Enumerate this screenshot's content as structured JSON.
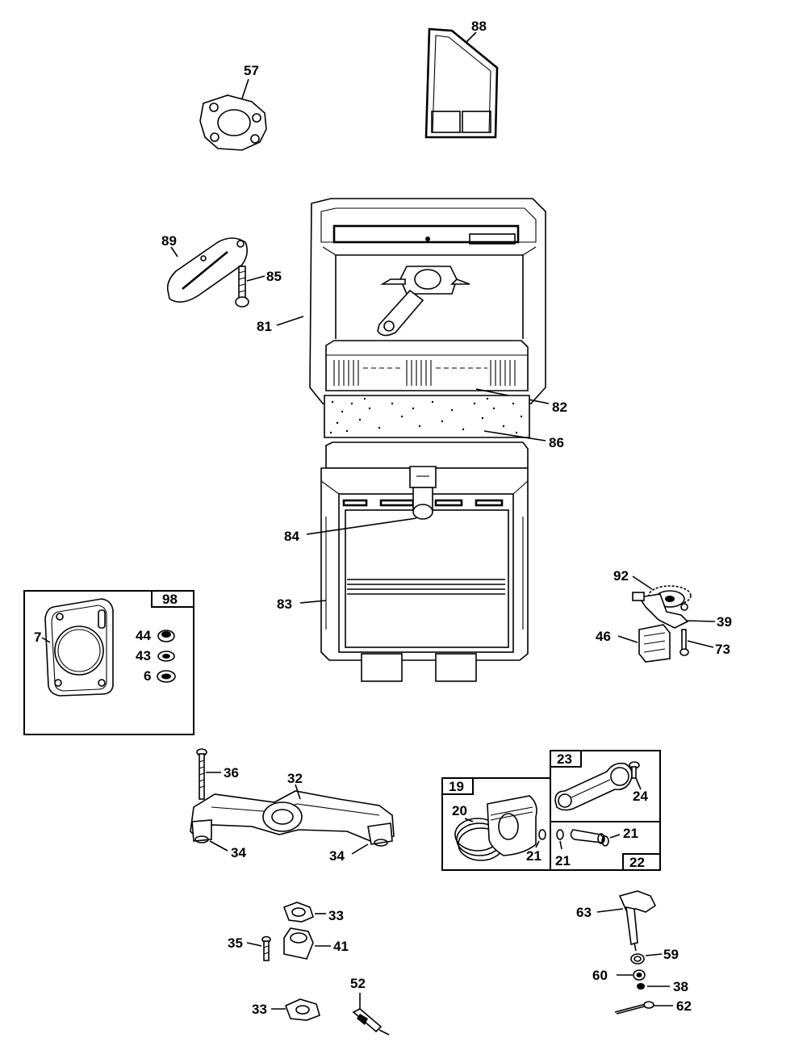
{
  "labels": {
    "p57": "57",
    "p88": "88",
    "p89": "89",
    "p85": "85",
    "p81": "81",
    "p82": "82",
    "p86": "86",
    "p84": "84",
    "p83": "83",
    "p98": "98",
    "p7": "7",
    "p44": "44",
    "p43": "43",
    "p6": "6",
    "p92": "92",
    "p39": "39",
    "p46": "46",
    "p73": "73",
    "p36": "36",
    "p32": "32",
    "p34a": "34",
    "p34b": "34",
    "p23": "23",
    "p24": "24",
    "p19": "19",
    "p20": "20",
    "p21a": "21",
    "p21b": "21",
    "p21c": "21",
    "p22": "22",
    "p33a": "33",
    "p35": "35",
    "p41": "41",
    "p52": "52",
    "p33b": "33",
    "p63": "63",
    "p59": "59",
    "p60": "60",
    "p38": "38",
    "p62": "62"
  }
}
